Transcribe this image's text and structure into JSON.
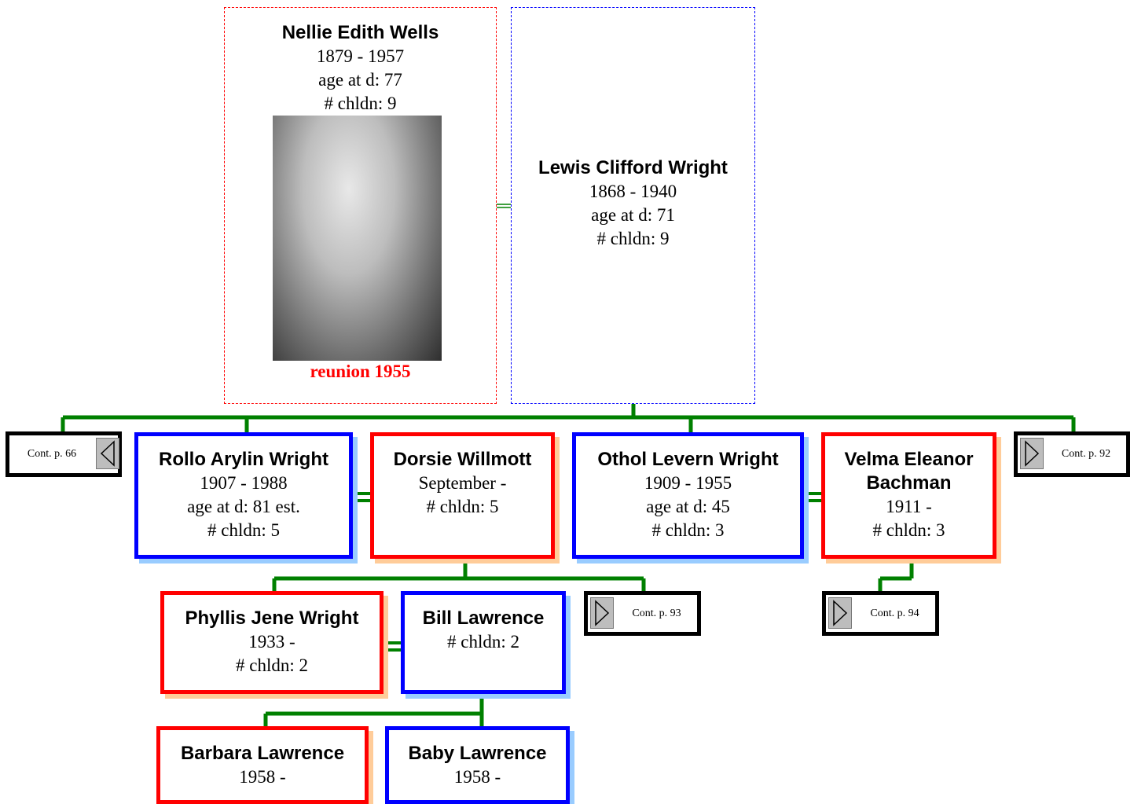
{
  "colors": {
    "male": "#0000ff",
    "female": "#ff0000",
    "connector": "#008000",
    "male_shadow": "#99ccff",
    "female_shadow": "#ffcc99"
  },
  "parents": {
    "mother": {
      "name": "Nellie Edith Wells",
      "years": "1879 - 1957",
      "age": "age at d: 77",
      "children": "# chldn: 9",
      "photo_caption": "reunion 1955"
    },
    "father": {
      "name": "Lewis Clifford Wright",
      "years": "1868 - 1940",
      "age": "age at d: 71",
      "children": "# chldn: 9"
    }
  },
  "continuations": {
    "left": "Cont. p. 66",
    "right": "Cont. p. 92",
    "dorsie": "Cont. p. 93",
    "velma": "Cont. p. 94"
  },
  "children": {
    "rollo": {
      "name": "Rollo Arylin Wright",
      "years": "1907 - 1988",
      "age": "age at d: 81 est.",
      "children": "# chldn: 5"
    },
    "dorsie": {
      "name": "Dorsie Willmott",
      "years": "September -",
      "children": "# chldn: 5"
    },
    "othol": {
      "name": "Othol Levern Wright",
      "years": "1909 - 1955",
      "age": "age at d: 45",
      "children": "# chldn: 3"
    },
    "velma": {
      "name": "Velma Eleanor Bachman",
      "years": "1911 -",
      "children": "# chldn: 3"
    }
  },
  "grandchildren": {
    "phyllis": {
      "name": "Phyllis Jene Wright",
      "years": "1933 -",
      "children": "# chldn: 2"
    },
    "bill": {
      "name": "Bill Lawrence",
      "children": "# chldn: 2"
    }
  },
  "great_grandchildren": {
    "barbara": {
      "name": "Barbara Lawrence",
      "years": "1958 -"
    },
    "baby": {
      "name": "Baby Lawrence",
      "years": "1958 -"
    }
  }
}
